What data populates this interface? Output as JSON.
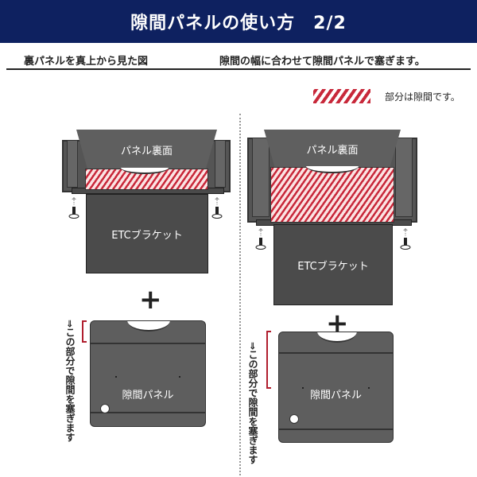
{
  "header": {
    "title": "隙間パネルの使い方　2/2"
  },
  "subheadings": {
    "left": "裏パネルを真上から見た図",
    "right": "隙間の幅に合わせて隙間パネルで塞ぎます。"
  },
  "legend": {
    "text": "部分は隙間です。",
    "hatch_color": "#c8283a"
  },
  "colors": {
    "header_bg": "#0e2160",
    "panel_gray": "#5e5e5e",
    "accent_red": "#b01e2e"
  },
  "diagrams": [
    {
      "panel_back_label": "パネル裏面",
      "bracket_label": "ETCブラケット",
      "gap_panel_label": "隙間パネル",
      "side_note": "⇒この部分で隙間を塞ぎます",
      "plus": "+"
    },
    {
      "panel_back_label": "パネル裏面",
      "bracket_label": "ETCブラケット",
      "gap_panel_label": "隙間パネル",
      "side_note": "⇒この部分で隙間を塞ぎます",
      "plus": "+"
    }
  ]
}
